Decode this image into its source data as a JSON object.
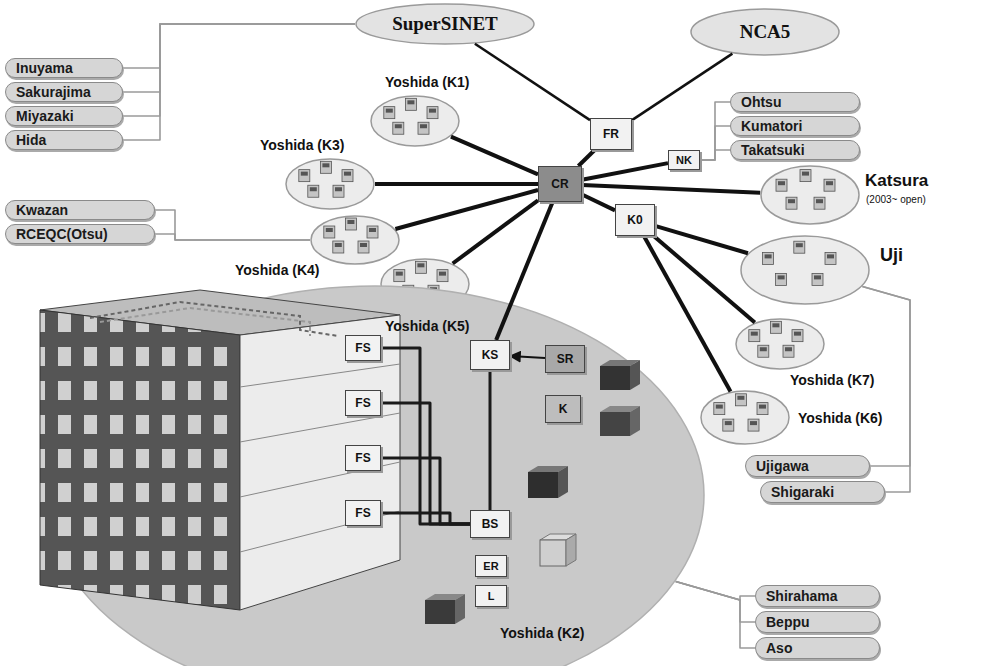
{
  "diagram": {
    "nodes": [
      {
        "text": [
          "SuperSINET"
        ]
      },
      {
        "text": [
          "NCA5"
        ]
      },
      {
        "text": [
          "Inuyama"
        ]
      },
      {
        "text": [
          "Sakurajima"
        ]
      },
      {
        "text": [
          "Miyazaki"
        ]
      },
      {
        "text": [
          "Hida"
        ]
      },
      {
        "text": [
          "Yoshida (K1)"
        ]
      },
      {
        "text": [
          "FR"
        ]
      },
      {
        "text": [
          "Ohtsu"
        ]
      },
      {
        "text": [
          "Kumatori"
        ]
      },
      {
        "text": [
          "Takatsuki"
        ]
      },
      {
        "text": [
          "Yoshida (K3)"
        ]
      },
      {
        "text": [
          "NK"
        ]
      },
      {
        "text": [
          "CR"
        ]
      },
      {
        "text": [
          "Kwazan"
        ]
      },
      {
        "text": [
          "RCEQC(Otsu)"
        ]
      },
      {
        "text": [
          "Katsura",
          "(2003~ open)"
        ]
      },
      {
        "text": [
          "K0"
        ]
      },
      {
        "text": [
          "Yoshida (K4)"
        ]
      },
      {
        "text": [
          "Uji"
        ]
      },
      {
        "text": [
          "Yoshida (K5)"
        ]
      },
      {
        "text": [
          "Yoshida (K7)"
        ]
      },
      {
        "text": [
          "Yoshida (K6)"
        ]
      },
      {
        "text": [
          "Ujigawa"
        ]
      },
      {
        "text": [
          "Shigaraki"
        ]
      },
      {
        "text": [
          "Yoshida (K2)"
        ]
      },
      {
        "text": [
          "KS"
        ],
        "in": 25
      },
      {
        "text": [
          "SR"
        ],
        "in": 25
      },
      {
        "text": [
          "K"
        ],
        "in": 25
      },
      {
        "text": [
          "FS"
        ],
        "in": 25
      },
      {
        "text": [
          "FS"
        ],
        "in": 25
      },
      {
        "text": [
          "FS"
        ],
        "in": 25
      },
      {
        "text": [
          "FS"
        ],
        "in": 25
      },
      {
        "text": [
          "BS"
        ],
        "in": 25
      },
      {
        "text": [
          "ER"
        ],
        "in": 25
      },
      {
        "text": [
          "L"
        ],
        "in": 25
      },
      {
        "text": [
          "Shirahama"
        ]
      },
      {
        "text": [
          "Beppu"
        ]
      },
      {
        "text": [
          "Aso"
        ]
      }
    ],
    "edges": [
      {
        "from": 0,
        "to": 7,
        "arrow": "none"
      },
      {
        "from": 1,
        "to": 7,
        "arrow": "none"
      },
      {
        "from": 7,
        "to": 13,
        "arrow": "none"
      },
      {
        "from": 12,
        "to": 13,
        "arrow": "none"
      },
      {
        "from": 13,
        "to": 6,
        "arrow": "none"
      },
      {
        "from": 13,
        "to": 11,
        "arrow": "none"
      },
      {
        "from": 13,
        "to": 18,
        "arrow": "none"
      },
      {
        "from": 13,
        "to": 20,
        "arrow": "none"
      },
      {
        "from": 13,
        "to": 16,
        "arrow": "none"
      },
      {
        "from": 13,
        "to": 17,
        "arrow": "none"
      },
      {
        "from": 17,
        "to": 19,
        "arrow": "none"
      },
      {
        "from": 17,
        "to": 21,
        "arrow": "none"
      },
      {
        "from": 17,
        "to": 22,
        "arrow": "none"
      },
      {
        "from": 13,
        "to": 26,
        "arrow": "none"
      },
      {
        "from": 27,
        "to": 26,
        "arrow": "to"
      },
      {
        "from": 26,
        "to": 33,
        "arrow": "none"
      },
      {
        "from": 29,
        "to": 33,
        "arrow": "none"
      },
      {
        "from": 30,
        "to": 33,
        "arrow": "none"
      },
      {
        "from": 31,
        "to": 33,
        "arrow": "none"
      },
      {
        "from": 32,
        "to": 33,
        "arrow": "none"
      },
      {
        "from": 2,
        "to": 0,
        "arrow": "none"
      },
      {
        "from": 3,
        "to": 0,
        "arrow": "none"
      },
      {
        "from": 4,
        "to": 0,
        "arrow": "none"
      },
      {
        "from": 5,
        "to": 0,
        "arrow": "none"
      },
      {
        "from": 8,
        "to": 12,
        "arrow": "none"
      },
      {
        "from": 9,
        "to": 12,
        "arrow": "none"
      },
      {
        "from": 10,
        "to": 12,
        "arrow": "none"
      },
      {
        "from": 14,
        "to": 18,
        "arrow": "none"
      },
      {
        "from": 15,
        "to": 18,
        "arrow": "none"
      },
      {
        "from": 23,
        "to": 19,
        "arrow": "none"
      },
      {
        "from": 24,
        "to": 19,
        "arrow": "none"
      },
      {
        "from": 36,
        "to": 25,
        "arrow": "none"
      },
      {
        "from": 37,
        "to": 25,
        "arrow": "none"
      },
      {
        "from": 38,
        "to": 25,
        "arrow": "none"
      }
    ]
  }
}
